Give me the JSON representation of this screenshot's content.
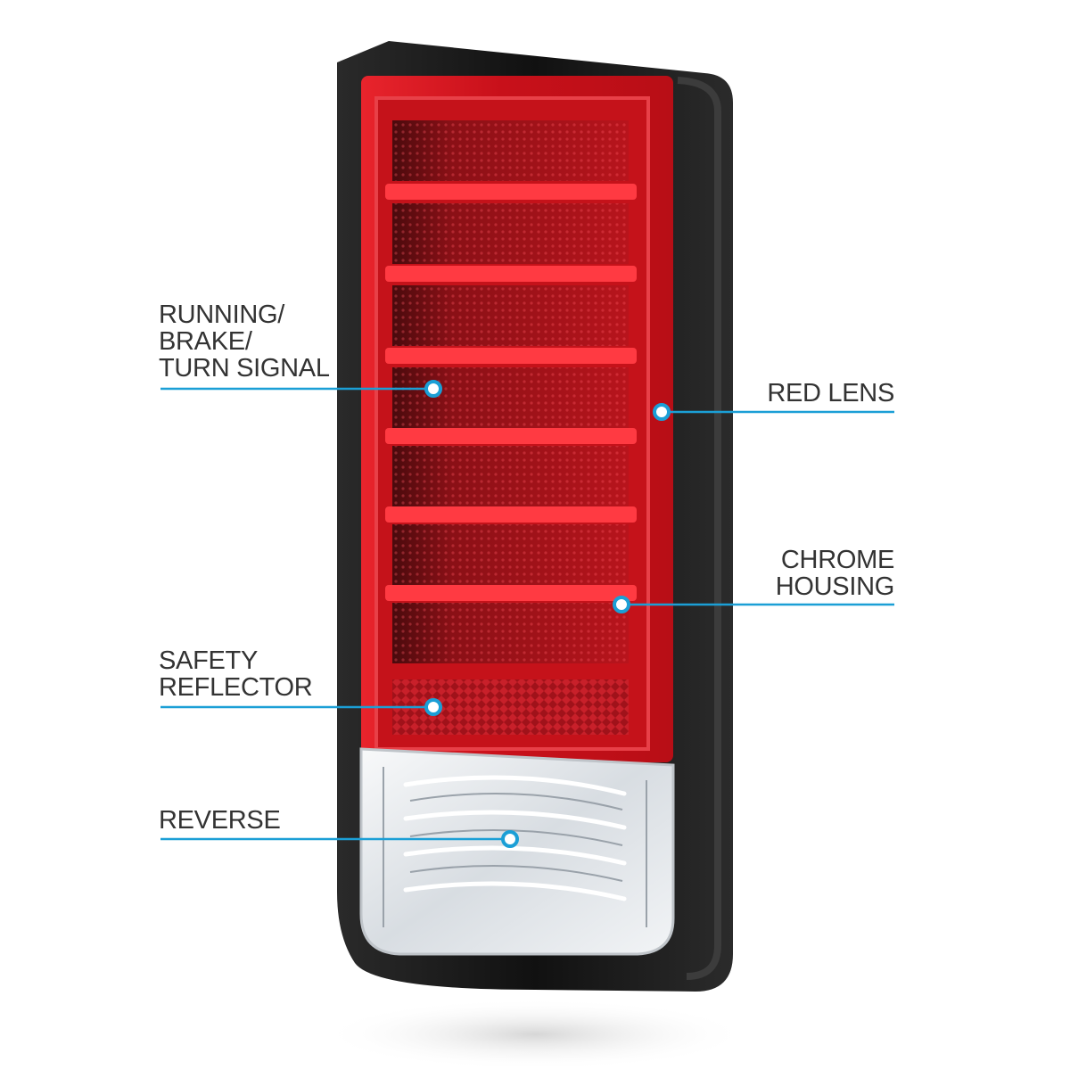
{
  "colors": {
    "callout_line": "#1b9fd6",
    "label_text": "#333333",
    "lens_red": "#d4141c",
    "lens_dark_red": "#7a0e12",
    "housing_black": "#1a1a1a",
    "clear_lens": "#e9ecef"
  },
  "callouts": {
    "running": {
      "lines": [
        "RUNNING/",
        "BRAKE/",
        "TURN SIGNAL"
      ]
    },
    "red_lens": {
      "lines": [
        "RED LENS"
      ]
    },
    "chrome_housing": {
      "lines": [
        "CHROME",
        "HOUSING"
      ]
    },
    "safety_reflector": {
      "lines": [
        "SAFETY",
        "REFLECTOR"
      ]
    },
    "reverse": {
      "lines": [
        "REVERSE"
      ]
    }
  }
}
